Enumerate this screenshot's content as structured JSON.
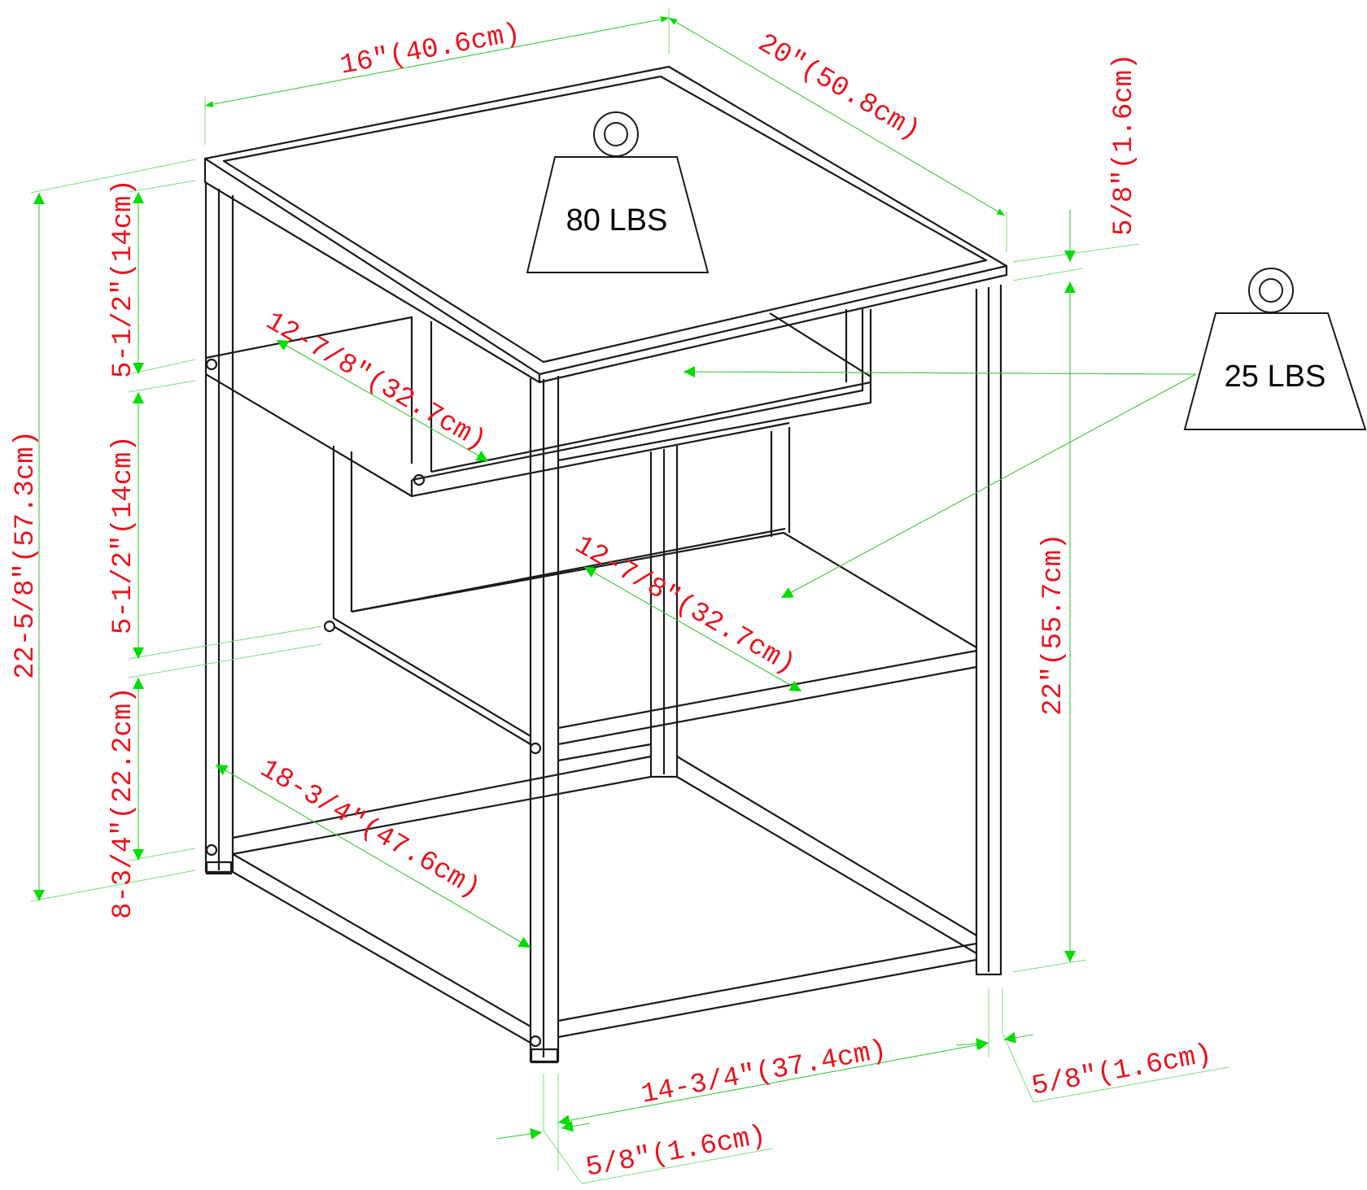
{
  "colors": {
    "frame": "#1a1a1a",
    "dimension_text": "#e8141e",
    "dimension_line": "#39c839",
    "arrowhead": "#00dd00",
    "background": "#ffffff"
  },
  "icons": [
    "weight-icon"
  ],
  "weights": {
    "top": "80 LBS",
    "shelf": "25 LBS"
  },
  "dimensions": {
    "top_width": "16″(40.6cm)",
    "top_depth": "20″(50.8cm)",
    "top_thickness": "5/8″(1.6cm)",
    "total_height": "22-5/8″(57.3cm)",
    "upper_gap": "5-1/2″(14cm)",
    "middle_gap": "5-1/2″(14cm)",
    "bottom_clearance": "8-3/4″(22.2cm)",
    "upper_shelf_depth": "12-7/8″(32.7cm)",
    "middle_shelf_depth": "12-7/8″(32.7cm)",
    "base_depth": "18-3/4″(47.6cm)",
    "frame_height": "22″(55.7cm)",
    "base_width": "14-3/4″(37.4cm)",
    "leg_right": "5/8″(1.6cm)",
    "leg_left": "5/8″(1.6cm)"
  }
}
